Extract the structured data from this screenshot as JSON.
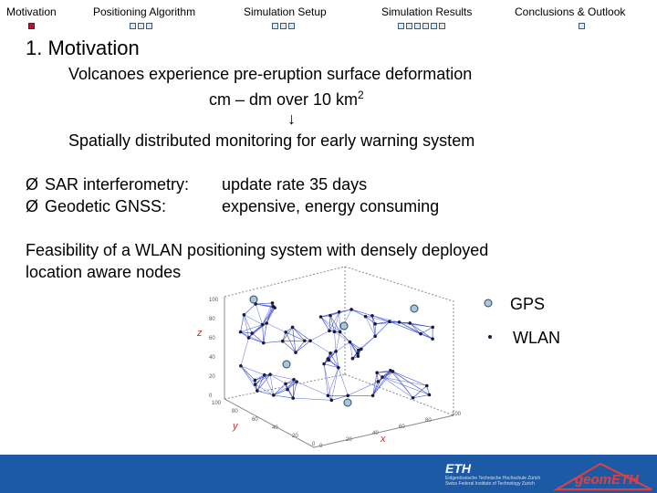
{
  "nav": {
    "items": [
      {
        "label": "Motivation",
        "dots": 1,
        "active": 0
      },
      {
        "label": "Positioning Algorithm",
        "dots": 3,
        "active": -1
      },
      {
        "label": "Simulation Setup",
        "dots": 3,
        "active": -1
      },
      {
        "label": "Simulation Results",
        "dots": 6,
        "active": -1
      },
      {
        "label": "Conclusions & Outlook",
        "dots": 1,
        "active": -1
      }
    ]
  },
  "slide": {
    "title": "1. Motivation",
    "line1": "Volcanoes experience pre-eruption surface deformation",
    "line2": "cm – dm over 10 km",
    "line2_sup": "2",
    "arrow": "↓",
    "line3": "Spatially distributed monitoring for early warning system",
    "bullets": [
      {
        "marker": "Ø",
        "label": "SAR interferometry:",
        "value": "update rate 35 days"
      },
      {
        "marker": "Ø",
        "label": "Geodetic GNSS:",
        "value": "expensive, energy consuming"
      }
    ],
    "feasibility_1": "Feasibility of a WLAN positioning system with densely deployed",
    "feasibility_2": "location aware nodes"
  },
  "legend": {
    "gps": "GPS",
    "wlan": "WLAN"
  },
  "plot": {
    "z_label": "z",
    "y_label": "y",
    "x_label": "x",
    "z_ticks": [
      "100",
      "80",
      "60",
      "40",
      "20",
      "0"
    ],
    "y_ticks": [
      "100",
      "80",
      "60",
      "40",
      "20",
      "0"
    ],
    "x_ticks": [
      "0",
      "20",
      "40",
      "60",
      "80",
      "100"
    ],
    "colors": {
      "edge": "#3c4fd6",
      "gps": "#a9c6dc",
      "wlan": "#1a1a3a",
      "axes": "#8a8a8a"
    }
  },
  "footer": {
    "eth_logo": "ETH",
    "eth_sub": "Eidgenössische Technische Hochschule Zürich Swiss Federal Institute of Technology Zurich",
    "geom_logo": "geomETH",
    "color": "#1d5aa6"
  }
}
